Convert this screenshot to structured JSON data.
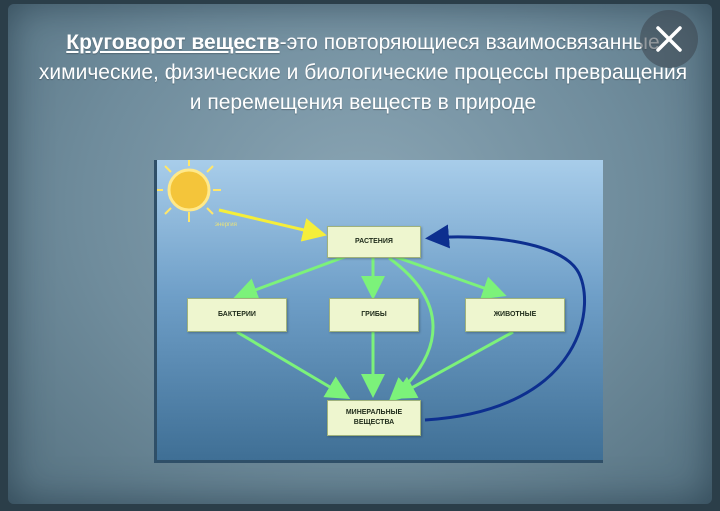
{
  "title": {
    "term": "Круговорот веществ",
    "definition": "-это повторяющиеся взаимосвязанные химические, физические и биологические процессы превращения и перемещения веществ в природе"
  },
  "diagram": {
    "energy_label": "энергия",
    "nodes": {
      "plants": "РАСТЕНИЯ",
      "bacteria": "БАКТЕРИИ",
      "fungi": "ГРИБЫ",
      "animals": "ЖИВОТНЫЕ",
      "minerals": "МИНЕРАЛЬНЫЕ ВЕЩЕСТВА"
    }
  },
  "icons": {
    "close": "close-icon",
    "sun": "sun-icon"
  },
  "colors": {
    "arrow_green": "#7cf27a",
    "arrow_blue": "#0d2f8f",
    "arrow_yellow": "#f5ee3a",
    "node_fill": "#eef6cf"
  }
}
